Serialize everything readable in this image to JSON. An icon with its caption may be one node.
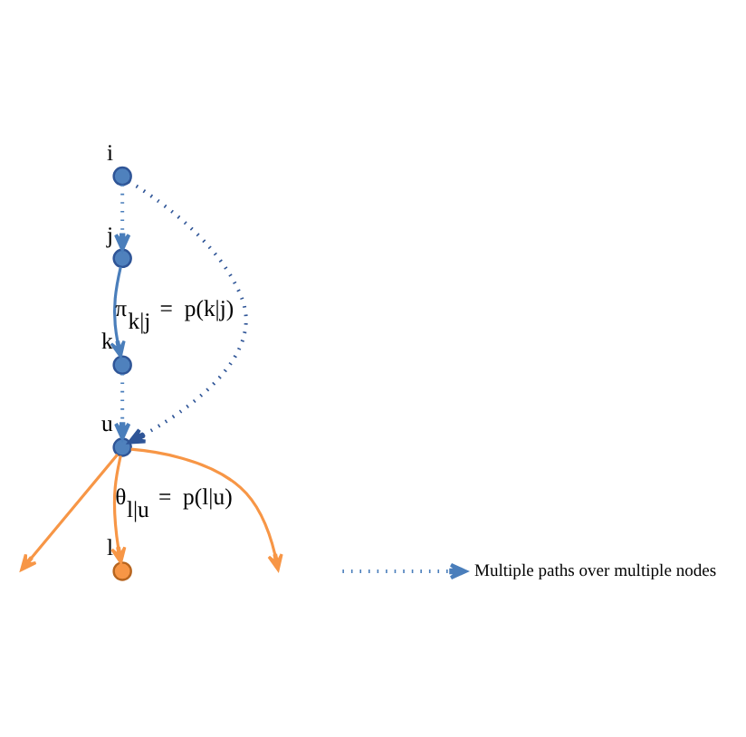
{
  "diagram": {
    "nodes": [
      {
        "text": [],
        "shape": "circle",
        "beside": [
          "i"
        ]
      },
      {
        "text": [],
        "shape": "circle",
        "beside": [
          "j"
        ]
      },
      {
        "text": [],
        "shape": "circle",
        "beside": [
          "k"
        ]
      },
      {
        "text": [],
        "shape": "circle",
        "beside": [
          "u"
        ]
      },
      {
        "text": [],
        "shape": "circle",
        "beside": [
          "l"
        ]
      }
    ],
    "edges": [
      {
        "from": 0,
        "to": 1,
        "arrow": "to",
        "style": "dashed"
      },
      {
        "from": 1,
        "to": 2,
        "arrow": "to",
        "label": "π$_{k|j}$ = p(k|j)"
      },
      {
        "from": 2,
        "to": 3,
        "arrow": "to",
        "style": "dashed"
      },
      {
        "from": 0,
        "to": 3,
        "arrow": "to",
        "style": "dashed",
        "color": "#2f5597"
      },
      {
        "from": 3,
        "to": null,
        "arrow": "to",
        "color": "#f79646"
      },
      {
        "from": 3,
        "to": 4,
        "arrow": "to",
        "label": "θ$_{l|u}$ = p(l|u)",
        "color": "#f79646"
      },
      {
        "from": 3,
        "to": null,
        "arrow": "to",
        "color": "#f79646"
      }
    ],
    "legend": [
      {
        "text": "Multiple paths over multiple nodes"
      }
    ]
  }
}
